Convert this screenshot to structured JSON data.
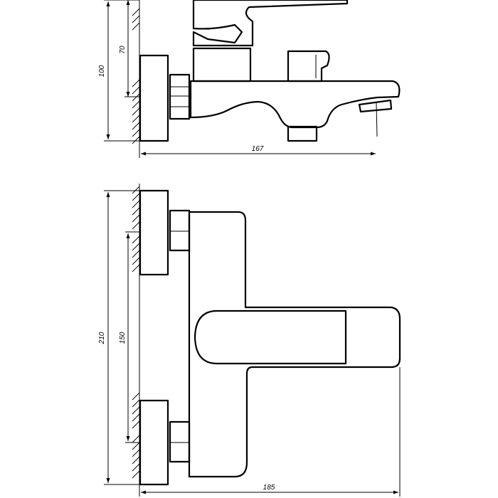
{
  "side_view": {
    "dim_height_outer": "100",
    "dim_height_inner": "70",
    "dim_length": "167"
  },
  "top_view": {
    "dim_width_outer": "210",
    "dim_width_inner": "150",
    "dim_depth": "185"
  }
}
